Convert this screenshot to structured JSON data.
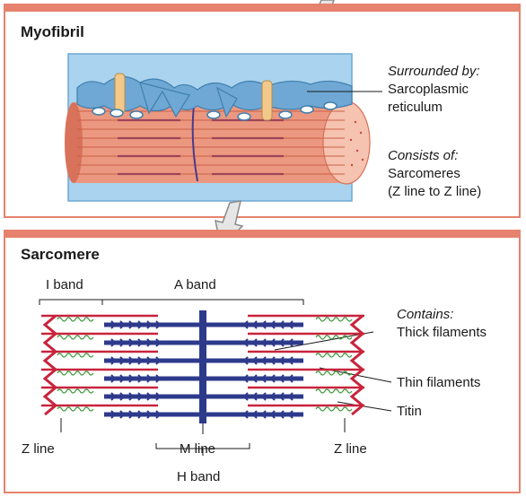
{
  "myofibril": {
    "title": "Myofibril",
    "surrounded_label": "Surrounded by:",
    "surrounded_value_1": "Sarcoplasmic",
    "surrounded_value_2": "reticulum",
    "consists_label": "Consists of:",
    "consists_value_1": "Sarcomeres",
    "consists_value_2": "(Z line to Z line)"
  },
  "sarcomere": {
    "title": "Sarcomere",
    "i_band": "I band",
    "a_band": "A band",
    "contains_label": "Contains:",
    "thick_filaments": "Thick filaments",
    "thin_filaments": "Thin filaments",
    "titin": "Titin",
    "z_line_left": "Z line",
    "z_line_right": "Z line",
    "m_line": "M line",
    "h_band": "H band"
  },
  "colors": {
    "panel_border": "#e6826d",
    "muscle": "#e8836c",
    "reticulum": "#6fa8d4",
    "thick": "#2d3a8c",
    "thin": "#c8243c",
    "titin": "#3e9a3e"
  }
}
